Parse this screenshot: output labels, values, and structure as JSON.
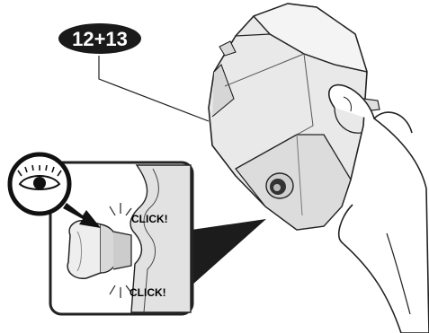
{
  "step_badge": {
    "label": "12+13"
  },
  "callout": {
    "click_top": "CLICK!",
    "click_bottom": "CLICK!"
  },
  "colors": {
    "badge": "#1a1a1a",
    "outline": "#222222",
    "body_fill": "#e9e9e9",
    "shade": "#c9c9c9",
    "wedge": "#1c1c1c"
  },
  "icons": [
    "eye-icon",
    "insert-arrow-icon"
  ]
}
